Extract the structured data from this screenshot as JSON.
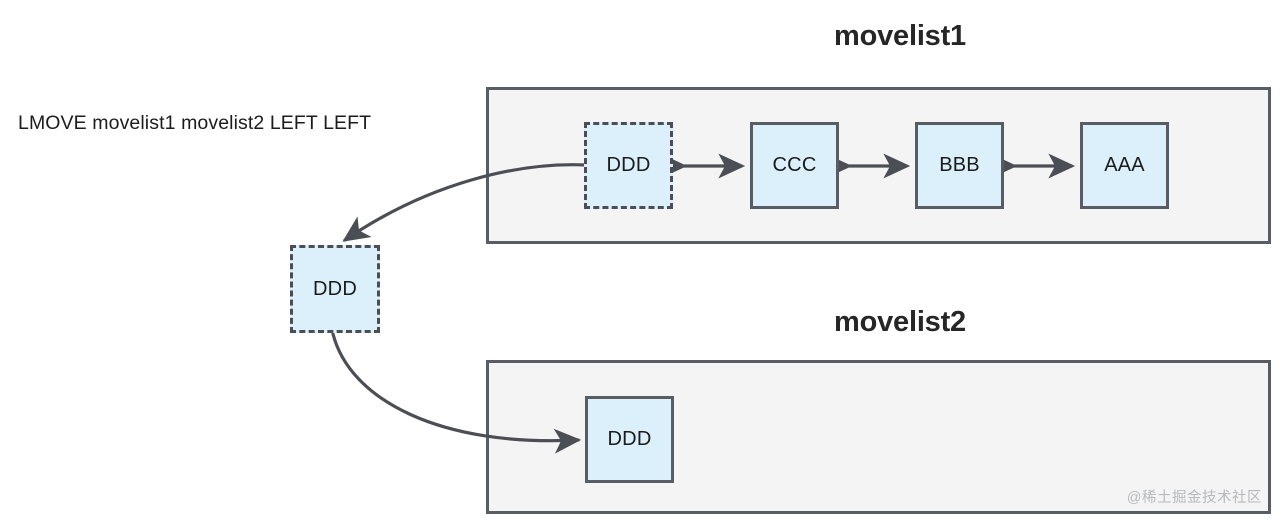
{
  "diagram": {
    "command_label": "LMOVE movelist1 movelist2 LEFT LEFT",
    "watermark": "@稀土掘金技术社区",
    "colors": {
      "node_fill": "#dcf0fb",
      "node_border": "#585c63",
      "container_fill": "#f4f4f4",
      "container_border": "#585c63",
      "connector": "#4b4f55",
      "text": "#1b1b1b",
      "watermark": "#b7b9bc"
    },
    "lists": [
      {
        "title": "movelist1",
        "nodes": [
          {
            "label": "DDD",
            "border_style": "dashed"
          },
          {
            "label": "CCC",
            "border_style": "solid"
          },
          {
            "label": "BBB",
            "border_style": "solid"
          },
          {
            "label": "AAA",
            "border_style": "solid"
          }
        ]
      },
      {
        "title": "movelist2",
        "nodes": [
          {
            "label": "DDD",
            "border_style": "solid"
          }
        ]
      }
    ],
    "floating_node": {
      "label": "DDD",
      "border_style": "dashed"
    },
    "connectors": [
      {
        "name": "ddd-out-of-movelist1",
        "from": "node-ddd-list1",
        "to": "node-ddd-floating",
        "arrowheads": "end"
      },
      {
        "name": "ddd-into-movelist2",
        "from": "node-ddd-floating",
        "to": "node-ddd-list2",
        "arrowheads": "end"
      },
      {
        "name": "ddd-ccc-link",
        "from": "node-ddd-list1",
        "to": "node-ccc",
        "arrowheads": "both"
      },
      {
        "name": "ccc-bbb-link",
        "from": "node-ccc",
        "to": "node-bbb",
        "arrowheads": "both"
      },
      {
        "name": "bbb-aaa-link",
        "from": "node-bbb",
        "to": "node-aaa",
        "arrowheads": "both"
      }
    ]
  }
}
